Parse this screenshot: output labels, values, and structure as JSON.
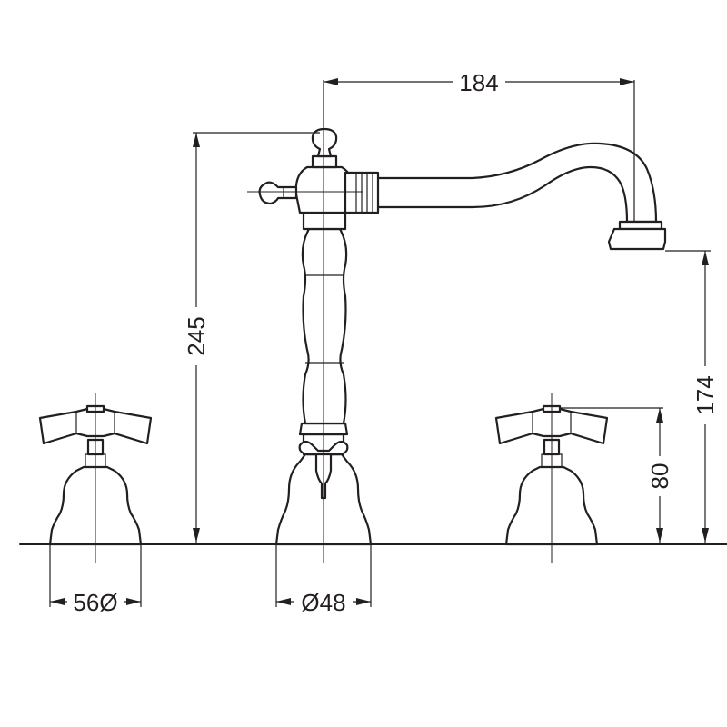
{
  "dimensions": {
    "spout_reach": "184",
    "overall_height": "245",
    "spout_outlet_height": "174",
    "handle_height": "80",
    "handle_base_diameter": "56Ø",
    "spout_base_diameter": "Ø48"
  }
}
